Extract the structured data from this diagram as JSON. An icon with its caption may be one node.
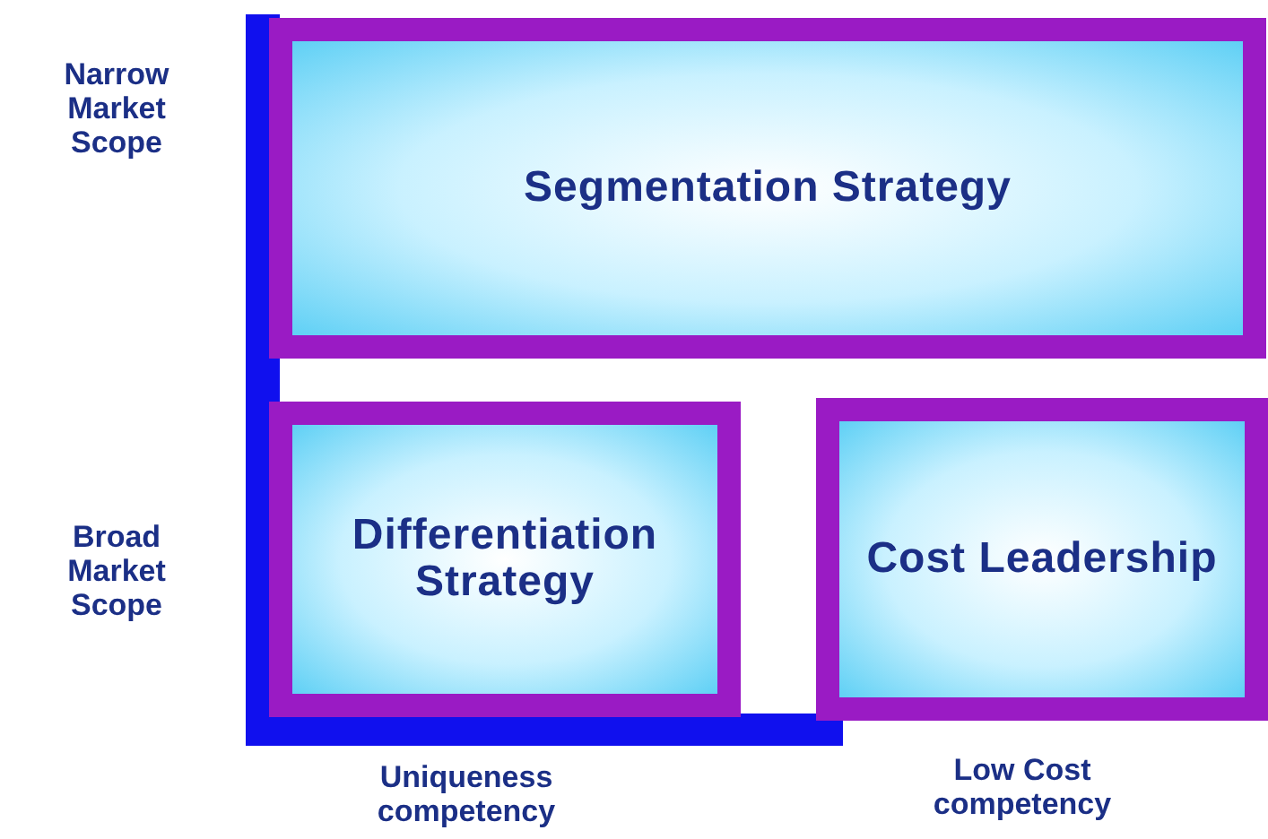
{
  "diagram": {
    "nodes": [
      {
        "text": [
          "Segmentation Strategy"
        ]
      },
      {
        "text": [
          "Differentiation Strategy"
        ]
      },
      {
        "text": [
          "Cost Leadership"
        ]
      }
    ],
    "labels": [
      "Narrow Market Scope",
      "Broad Market Scope",
      "Uniqueness competency",
      "Low Cost competency"
    ]
  }
}
